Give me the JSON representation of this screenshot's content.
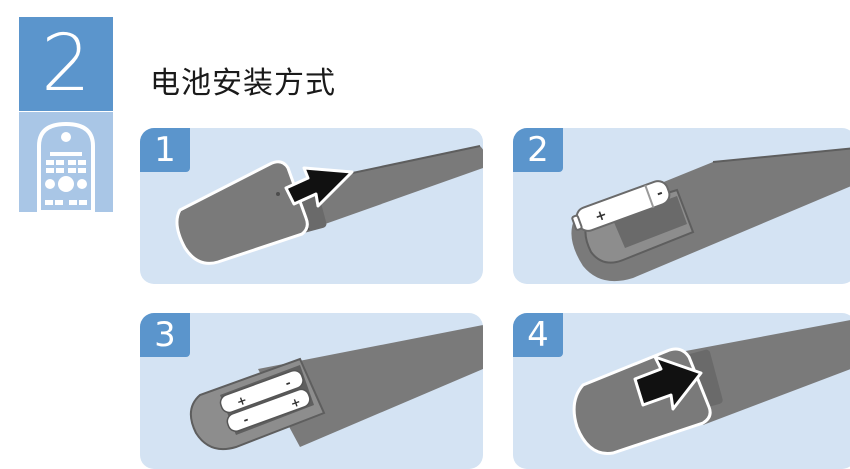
{
  "chapter": {
    "number": "2",
    "icon": "remote-control-icon"
  },
  "title": "电池安装方式",
  "steps": [
    {
      "number": "1",
      "icon": "slide-cover-off-icon"
    },
    {
      "number": "2",
      "icon": "insert-battery-icon"
    },
    {
      "number": "3",
      "icon": "batteries-installed-icon"
    },
    {
      "number": "4",
      "icon": "slide-cover-on-icon"
    }
  ],
  "colors": {
    "accent": "#5b95cc",
    "panel": "#d4e3f3",
    "remote": "#7a7a7a"
  }
}
